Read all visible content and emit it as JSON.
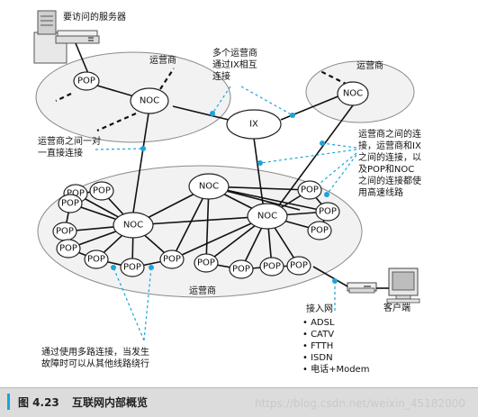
{
  "labels": {
    "server": "要访问的服务器",
    "carrier": "运营商",
    "client": "客户端",
    "ix": "IX",
    "noc": "NOC",
    "pop": "POP"
  },
  "annotations": {
    "ix_note": [
      "多个运营商",
      "通过IX相互",
      "连接"
    ],
    "direct_note": [
      "运营商之间一对",
      "一直接连接"
    ],
    "highspeed_note": [
      "运营商之间的连",
      "接，运营商和IX",
      "之间的连接，以",
      "及POP和NOC",
      "之间的连接都使",
      "用高速线路"
    ],
    "multipath_note": [
      "通过使用多路连接，当发生",
      "故障时可以从其他线路绕行"
    ]
  },
  "access": {
    "title": "接入网",
    "items": [
      "ADSL",
      "CATV",
      "FTTH",
      "ISDN",
      "电话+Modem"
    ]
  },
  "caption": {
    "number": "图 4.23",
    "title": "互联网内部概览",
    "watermark": "https://blog.csdn.net/weixin_45182000"
  }
}
